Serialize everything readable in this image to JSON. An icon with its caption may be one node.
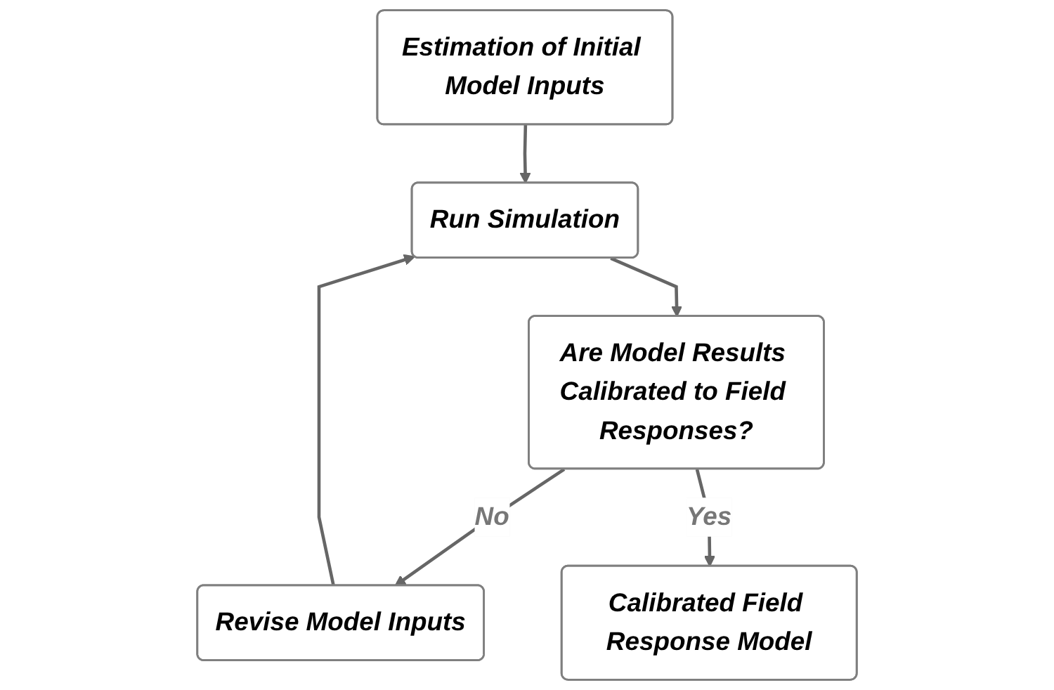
{
  "diagram": {
    "nodes": [
      {
        "text": [
          "Estimation of Initial Model Inputs"
        ]
      },
      {
        "text": [
          "Run Simulation"
        ]
      },
      {
        "text": [
          "Are Model Results Calibrated to Field Responses?"
        ]
      },
      {
        "text": [
          "Revise Model Inputs"
        ]
      },
      {
        "text": [
          "Calibrated Field Response Model"
        ]
      }
    ],
    "edges": [
      {
        "from": 0,
        "to": 1,
        "arrow": "to"
      },
      {
        "from": 1,
        "to": 2,
        "arrow": "to"
      },
      {
        "from": 2,
        "to": 3,
        "arrow": "to",
        "label": "No"
      },
      {
        "from": 3,
        "to": 1,
        "arrow": "to"
      },
      {
        "from": 2,
        "to": 4,
        "arrow": "to",
        "label": "Yes"
      }
    ]
  }
}
